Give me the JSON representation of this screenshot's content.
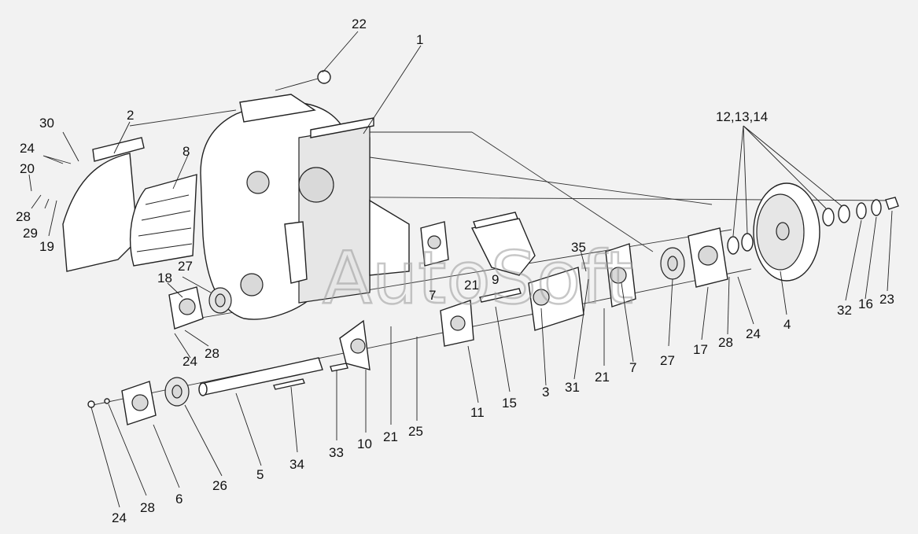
{
  "diagram": {
    "watermark": "AutoSoft",
    "callouts": [
      {
        "id": "c22",
        "text": "22"
      },
      {
        "id": "c1",
        "text": "1"
      },
      {
        "id": "c2",
        "text": "2"
      },
      {
        "id": "c30",
        "text": "30"
      },
      {
        "id": "c24a",
        "text": "24"
      },
      {
        "id": "c20",
        "text": "20"
      },
      {
        "id": "c28a",
        "text": "28"
      },
      {
        "id": "c29",
        "text": "29"
      },
      {
        "id": "c19",
        "text": "19"
      },
      {
        "id": "c8",
        "text": "8"
      },
      {
        "id": "c12",
        "text": "12,13,14"
      },
      {
        "id": "c35",
        "text": "35"
      },
      {
        "id": "c9",
        "text": "9"
      },
      {
        "id": "c21a",
        "text": "21"
      },
      {
        "id": "c7a",
        "text": "7"
      },
      {
        "id": "c27a",
        "text": "27"
      },
      {
        "id": "c18",
        "text": "18"
      },
      {
        "id": "c28b",
        "text": "28"
      },
      {
        "id": "c24b",
        "text": "24"
      },
      {
        "id": "c3",
        "text": "3"
      },
      {
        "id": "c31",
        "text": "31"
      },
      {
        "id": "c21b",
        "text": "21"
      },
      {
        "id": "c7b",
        "text": "7"
      },
      {
        "id": "c27b",
        "text": "27"
      },
      {
        "id": "c17",
        "text": "17"
      },
      {
        "id": "c28c",
        "text": "28"
      },
      {
        "id": "c24c",
        "text": "24"
      },
      {
        "id": "c4",
        "text": "4"
      },
      {
        "id": "c32",
        "text": "32"
      },
      {
        "id": "c16",
        "text": "16"
      },
      {
        "id": "c23",
        "text": "23"
      },
      {
        "id": "c11",
        "text": "11"
      },
      {
        "id": "c15",
        "text": "15"
      },
      {
        "id": "c25",
        "text": "25"
      },
      {
        "id": "c21c",
        "text": "21"
      },
      {
        "id": "c10",
        "text": "10"
      },
      {
        "id": "c33",
        "text": "33"
      },
      {
        "id": "c34",
        "text": "34"
      },
      {
        "id": "c5",
        "text": "5"
      },
      {
        "id": "c26",
        "text": "26"
      },
      {
        "id": "c6",
        "text": "6"
      },
      {
        "id": "c28d",
        "text": "28"
      },
      {
        "id": "c24d",
        "text": "24"
      }
    ]
  }
}
